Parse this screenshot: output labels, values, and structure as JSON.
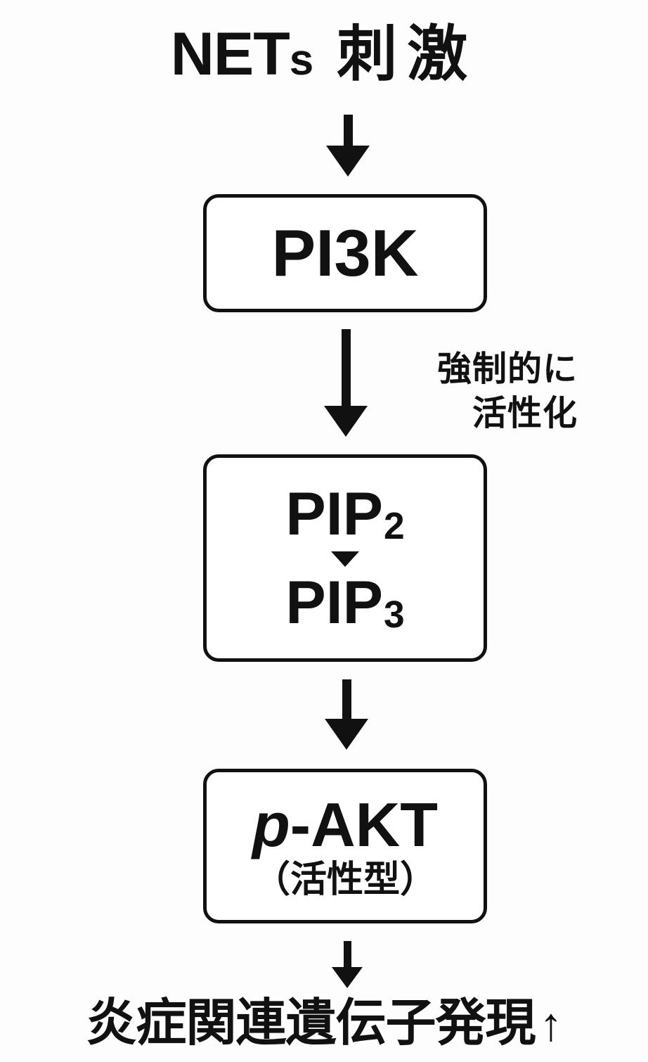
{
  "diagram": {
    "title_latin": "NETs",
    "title_latin_caps": "NET",
    "title_latin_small": "s",
    "title_jp": "刺激",
    "background_color": "#fdfdfd",
    "stroke_color": "#111111",
    "nodes": [
      {
        "id": "pi3k",
        "label": "PI3K"
      },
      {
        "id": "pip",
        "label_top": "PIP",
        "label_top_sub": "2",
        "label_bottom": "PIP",
        "label_bottom_sub": "3",
        "inner_arrow": "down-triangle"
      },
      {
        "id": "pakt",
        "label_italic": "p",
        "label_rest": "-AKT",
        "label_sub": "（活性型）"
      }
    ],
    "annotation": {
      "line1": "強制的に",
      "line2": "活性化"
    },
    "outcome": {
      "text": "炎症関連遺伝子発現",
      "trend": "↑"
    },
    "arrows": [
      {
        "id": "arrow-1",
        "from": "title",
        "to": "pi3k"
      },
      {
        "id": "arrow-2",
        "from": "pi3k",
        "to": "pip"
      },
      {
        "id": "arrow-3",
        "from": "pip",
        "to": "pakt"
      },
      {
        "id": "arrow-4",
        "from": "pakt",
        "to": "outcome"
      }
    ]
  }
}
